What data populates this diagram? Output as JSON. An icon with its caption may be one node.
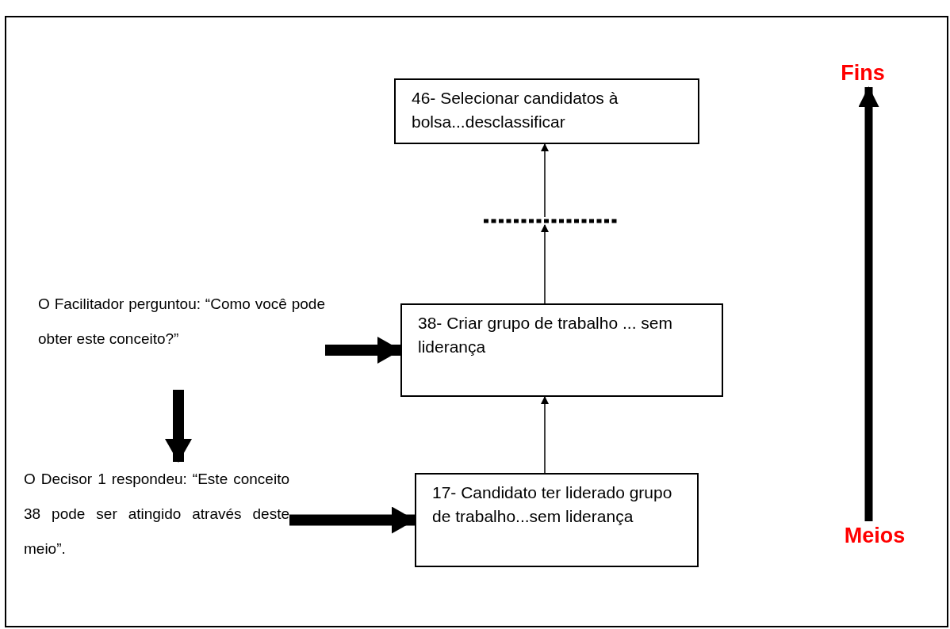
{
  "diagram": {
    "nodes": [
      {
        "text": [
          "46- Selecionar candidatos à bolsa...desclassificar"
        ]
      },
      {
        "text": [],
        "shape": "bar"
      },
      {
        "text": [
          "38- Criar grupo de trabalho ... sem liderança"
        ]
      },
      {
        "text": [
          "17- Candidato ter liderado grupo de trabalho...sem liderança"
        ]
      },
      {
        "text": [
          "O Facilitador perguntou: “Como você pode obter este conceito?”"
        ]
      },
      {
        "text": [
          "O Decisor 1 respondeu: “Este conceito 38 pode ser atingido através deste meio”."
        ]
      },
      {
        "text": [
          "Fins"
        ]
      },
      {
        "text": [
          "Meios"
        ]
      }
    ],
    "edges": [
      {
        "from": 1,
        "to": 0,
        "arrow": "to"
      },
      {
        "from": 2,
        "to": 1,
        "arrow": "to"
      },
      {
        "from": 3,
        "to": 2,
        "arrow": "to"
      },
      {
        "from": 4,
        "to": 2,
        "arrow": "to"
      },
      {
        "from": 4,
        "to": 5,
        "arrow": "to"
      },
      {
        "from": 5,
        "to": 3,
        "arrow": "to"
      },
      {
        "from": 7,
        "to": 6,
        "arrow": "to"
      }
    ]
  }
}
